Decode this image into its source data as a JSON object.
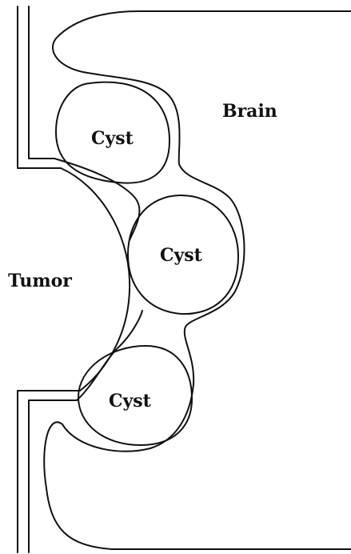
{
  "labels": {
    "brain": "Brain",
    "tumor": "Tumor",
    "cyst_top": "Cyst",
    "cyst_middle": "Cyst",
    "cyst_bottom": "Cyst"
  },
  "colors": {
    "line": "#111111",
    "background": "#ffffff"
  }
}
